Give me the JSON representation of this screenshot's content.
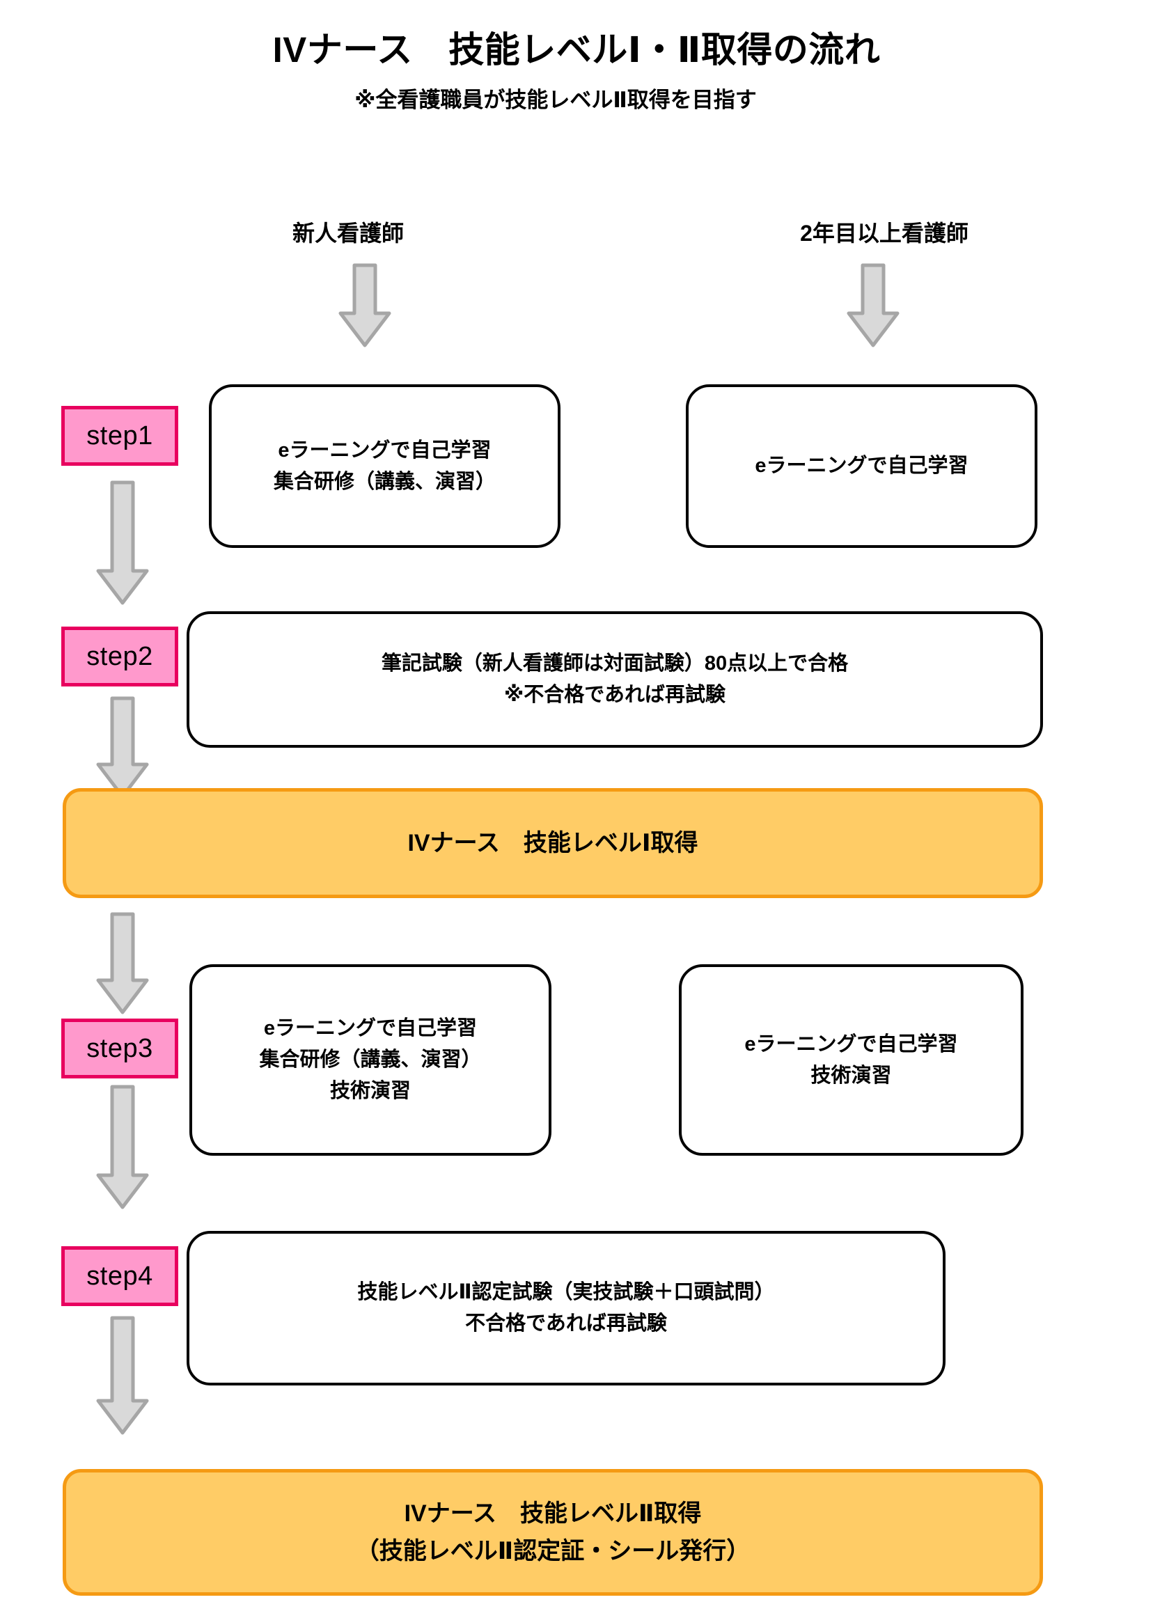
{
  "header": {
    "title": "IVナース　技能レベルⅠ・Ⅱ取得の流れ",
    "subtitle": "※全看護職員が技能レベルⅡ取得を目指す"
  },
  "columns": [
    {
      "label": "新人看護師"
    },
    {
      "label": "2年目以上看護師"
    }
  ],
  "steps": [
    {
      "chip": "step1"
    },
    {
      "chip": "step2"
    },
    {
      "chip": "step3"
    },
    {
      "chip": "step4"
    }
  ],
  "boxes": {
    "step1_left": {
      "lines": [
        "eラーニングで自己学習",
        "集合研修（講義、演習）"
      ]
    },
    "step1_right": {
      "lines": [
        "eラーニングで自己学習"
      ]
    },
    "step2": {
      "lines": [
        "筆記試験（新人看護師は対面試験）80点以上で合格",
        "※不合格であれば再試験"
      ]
    },
    "step3_left": {
      "lines": [
        "eラーニングで自己学習",
        "集合研修（講義、演習）",
        "技術演習"
      ]
    },
    "step3_right": {
      "lines": [
        "eラーニングで自己学習",
        "技術演習"
      ]
    },
    "step4": {
      "lines": [
        "技能レベルⅡ認定試験（実技試験＋口頭試問）",
        "不合格であれば再試験"
      ]
    }
  },
  "banners": {
    "level1": {
      "lines": [
        "IVナース　技能レベルⅠ取得"
      ]
    },
    "level2": {
      "lines": [
        "IVナース　技能レベルⅡ取得",
        "（技能レベルⅡ認定証・シール発行）"
      ]
    }
  },
  "colors": {
    "step_chip_fill": "#ff99cc",
    "step_chip_border": "#e8005e",
    "banner_fill": "#ffcc66",
    "banner_border": "#f59a13",
    "arrow_fill": "#d9d9d9",
    "arrow_border": "#a6a6a6",
    "box_border": "#000000"
  }
}
